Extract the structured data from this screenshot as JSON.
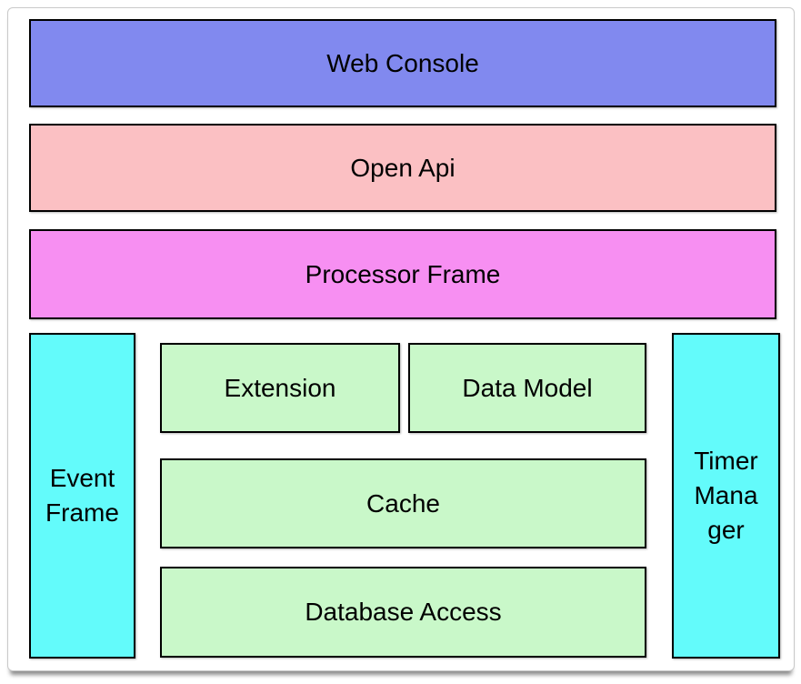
{
  "diagram": {
    "blocks": {
      "web_console": {
        "label": "Web Console",
        "color": "#8189ef"
      },
      "open_api": {
        "label": "Open Api",
        "color": "#fbc0c3"
      },
      "processor_frame": {
        "label": "Processor Frame",
        "color": "#f78ff2"
      },
      "event_frame": {
        "label": "Event Frame",
        "color": "#63fbfb"
      },
      "extension": {
        "label": "Extension",
        "color": "#c9f8c9"
      },
      "data_model": {
        "label": "Data Model",
        "color": "#c9f8c9"
      },
      "cache": {
        "label": "Cache",
        "color": "#c9f8c9"
      },
      "database_access": {
        "label": "Database Access",
        "color": "#c9f8c9"
      },
      "timer_manager": {
        "label": "Timer Manager",
        "lines": [
          "Timer",
          "Mana",
          "ger"
        ],
        "color": "#63fbfb"
      }
    },
    "colors": {
      "block_border": "#000000",
      "card_border": "#c9c9c9",
      "background": "#ffffff",
      "text": "#000000"
    }
  }
}
